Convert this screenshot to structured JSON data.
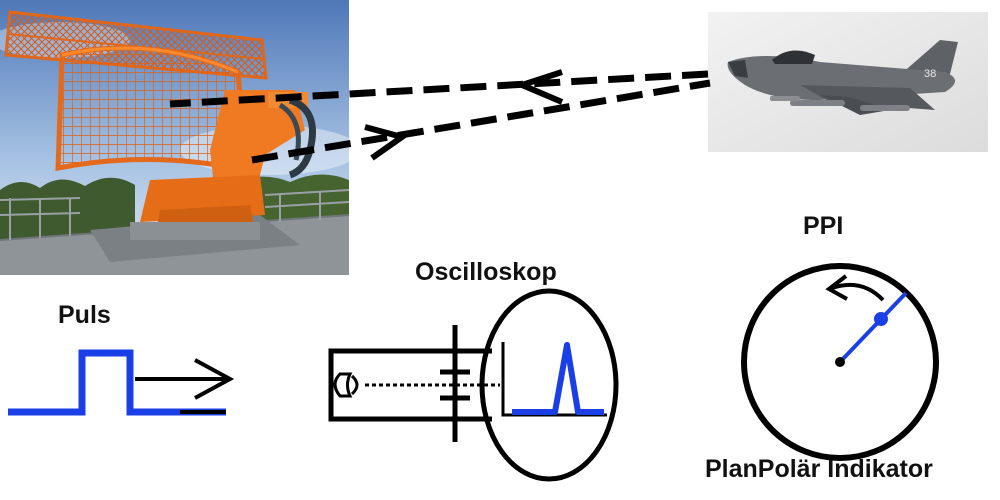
{
  "labels": {
    "pulse": "Puls",
    "oscilloscope": "Oscilloskop",
    "ppi": "PPI",
    "ppi_full": "PlanPolär Indikator"
  },
  "photos": {
    "radar_antenna": "radar-antenna-photo",
    "aircraft": "jet-aircraft-photo",
    "aircraft_marking": "38"
  },
  "colors": {
    "signal": "#1a3fe6",
    "ink": "#000000",
    "antenna": "#f07a22",
    "sky": "#7fa7d8"
  }
}
